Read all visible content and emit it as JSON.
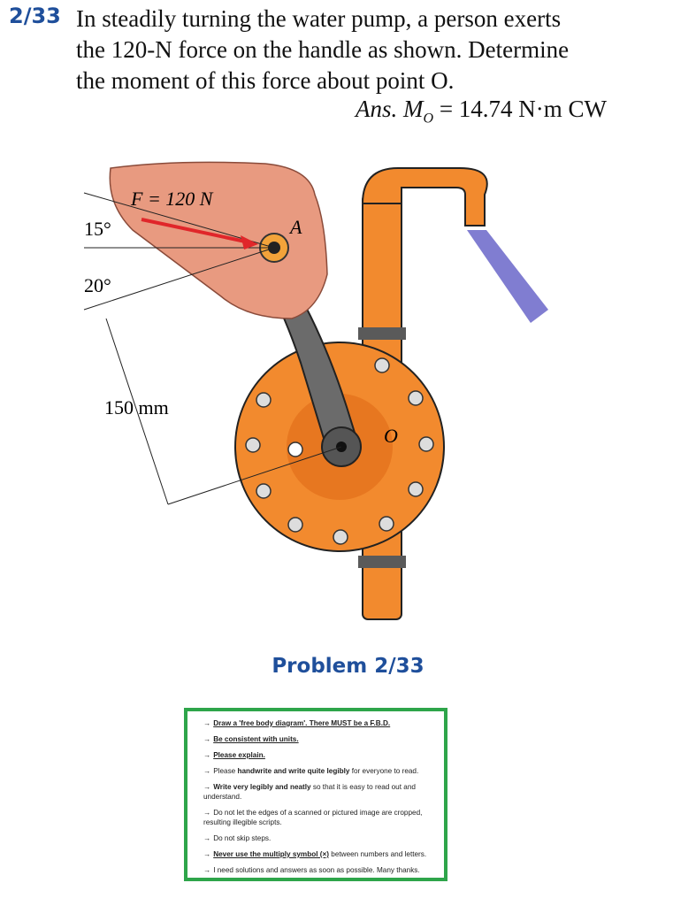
{
  "problem": {
    "number": "2/33",
    "line1": "In steadily turning the water pump, a person exerts",
    "line2": "the 120-N force on the handle as shown. Determine",
    "line3": "the moment of this force about point O.",
    "answer_prefix": "Ans.",
    "answer_symbol": "M",
    "answer_subscript": "O",
    "answer_value": "= 14.74 N·m CW"
  },
  "figure": {
    "force_label": "F = 120 N",
    "angle1": "15°",
    "angle2": "20°",
    "length": "150 mm",
    "point_a": "A",
    "point_o": "O",
    "colors": {
      "pump": "#f28a2e",
      "water": "#6a66c9",
      "hand": "#e89a80",
      "handle": "#6b6b6b",
      "force": "#e0262a"
    }
  },
  "caption": "Problem 2/33",
  "notes": [
    {
      "text": "Draw a 'free body diagram'. There MUST be a F.B.D.",
      "style": "underline"
    },
    {
      "text": "Be consistent with units.",
      "style": "underline"
    },
    {
      "text": "Please explain.",
      "style": "underline"
    },
    {
      "pre": "Please ",
      "bold": "handwrite and write quite legibly",
      "post": " for everyone to read.",
      "style": "mixed"
    },
    {
      "pre": "",
      "bold": "Write very legibly and neatly",
      "post": " so that it is easy to read out and understand.",
      "style": "mixed"
    },
    {
      "text": "Do not let the edges of a scanned or pictured image are cropped, resulting illegible scripts.",
      "style": "plain"
    },
    {
      "text": "Do not skip steps.",
      "style": "plain"
    },
    {
      "pre": "",
      "bold": "Never use the multiply symbol (×)",
      "post": " between numbers and letters.",
      "style": "mixed-u"
    },
    {
      "text": "I need solutions and answers as soon as possible. Many thanks.",
      "style": "plain"
    }
  ],
  "arrow": "→"
}
